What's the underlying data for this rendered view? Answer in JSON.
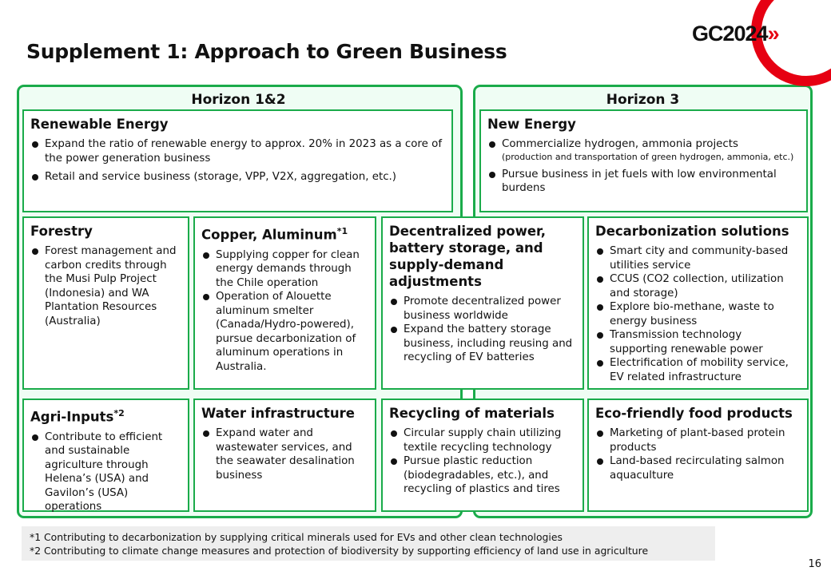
{
  "title": "Supplement 1: Approach to Green Business",
  "logo": {
    "text": "GC2024",
    "chevron": "»",
    "accent": "#e60012"
  },
  "colors": {
    "green": "#1aab4a",
    "panel_bg": "#effdf4"
  },
  "horizons": {
    "h12": "Horizon 1&2",
    "h3": "Horizon 3"
  },
  "boxes": [
    {
      "id": "renewable-energy",
      "title": "Renewable Energy",
      "items": [
        "Expand the ratio of renewable energy to approx. 20% in 2023 as a core of the power generation business",
        "Retail and service business (storage, VPP, V2X, aggregation, etc.)"
      ]
    },
    {
      "id": "new-energy",
      "title": "New Energy",
      "items": [
        "Commercialize hydrogen, ammonia projects",
        "Pursue business in jet fuels with low environmental burdens"
      ],
      "item0_note": "(production and transportation of green hydrogen, ammonia, etc.)"
    },
    {
      "id": "forestry",
      "title": "Forestry",
      "items": [
        "Forest management and carbon credits through the Musi Pulp Project (Indonesia) and WA Plantation Resources  (Australia)"
      ]
    },
    {
      "id": "copper-aluminum",
      "title": "Copper, Aluminum",
      "sup": "*1",
      "items": [
        "Supplying copper for clean energy demands through the Chile operation",
        "Operation of Alouette aluminum smelter (Canada/Hydro-powered), pursue decarbonization of aluminum operations in Australia."
      ]
    },
    {
      "id": "decentralized-power",
      "title": "Decentralized power, battery storage, and supply-demand adjustments",
      "items": [
        "Promote decentralized power business worldwide",
        "Expand the battery storage business, including reusing and recycling of EV batteries"
      ]
    },
    {
      "id": "decarbonization-solutions",
      "title": "Decarbonization solutions",
      "items": [
        "Smart city and community-based utilities service",
        "CCUS (CO2 collection, utilization and storage)",
        "Explore bio-methane, waste to energy business",
        "Transmission technology supporting renewable power",
        "Electrification of mobility service, EV related infrastructure"
      ]
    },
    {
      "id": "agri-inputs",
      "title": "Agri-Inputs",
      "sup": "*2",
      "items": [
        "Contribute to efficient and sustainable agriculture through Helena’s (USA) and Gavilon’s (USA) operations"
      ]
    },
    {
      "id": "water-infrastructure",
      "title": "Water infrastructure",
      "items": [
        "Expand water and wastewater services, and the seawater desalination business"
      ]
    },
    {
      "id": "recycling-materials",
      "title": "Recycling of materials",
      "items": [
        "Circular supply chain utilizing textile recycling technology",
        "Pursue plastic reduction (biodegradables, etc.), and recycling of plastics and tires"
      ]
    },
    {
      "id": "eco-food",
      "title": "Eco-friendly food products",
      "items": [
        "Marketing of plant-based protein products",
        "Land-based recirculating salmon aquaculture"
      ]
    }
  ],
  "footnotes": [
    "*1 Contributing to decarbonization by supplying critical minerals used for EVs and other clean technologies",
    "*2 Contributing to climate change measures and protection of biodiversity by supporting efficiency of land use in agriculture"
  ],
  "page_number": "16"
}
